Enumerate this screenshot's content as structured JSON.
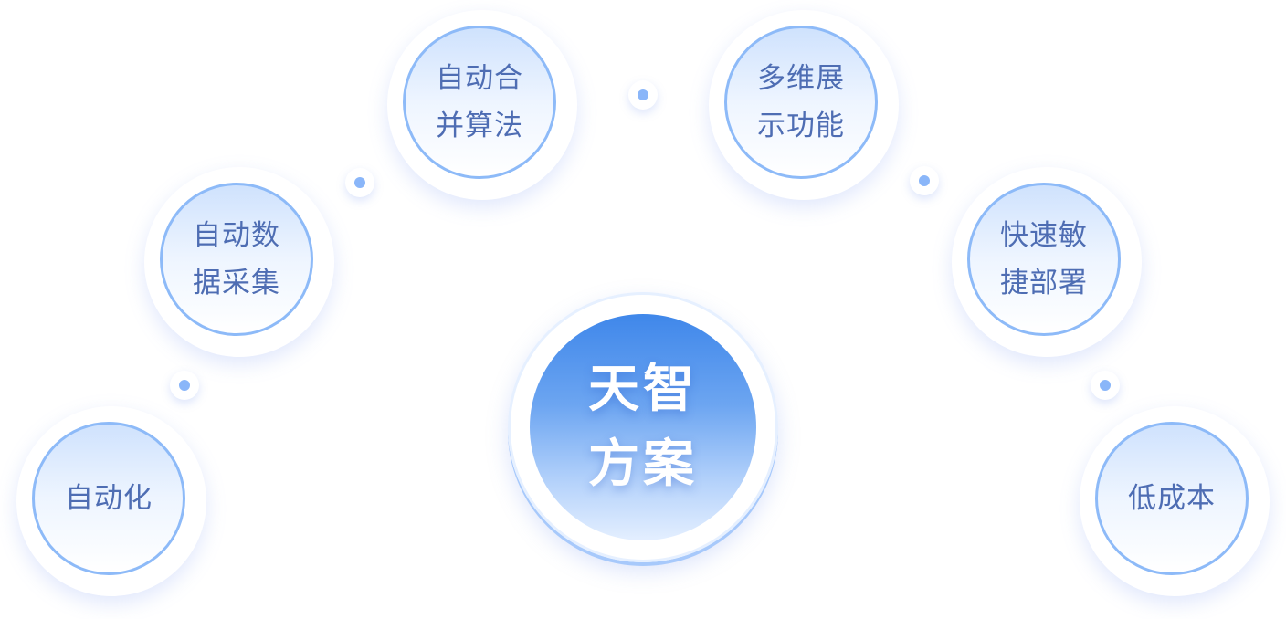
{
  "center": {
    "lines": [
      "天智",
      "方案"
    ]
  },
  "features": [
    {
      "lines": [
        "自动化"
      ]
    },
    {
      "lines": [
        "自动数",
        "据采集"
      ]
    },
    {
      "lines": [
        "自动合",
        "并算法"
      ]
    },
    {
      "lines": [
        "多维展",
        "示功能"
      ]
    },
    {
      "lines": [
        "快速敏",
        "捷部署"
      ]
    },
    {
      "lines": [
        "低成本"
      ]
    }
  ],
  "colors": {
    "accent": "#3f87ea",
    "ring": "#8dbaf8",
    "text": "#4e6db3"
  }
}
